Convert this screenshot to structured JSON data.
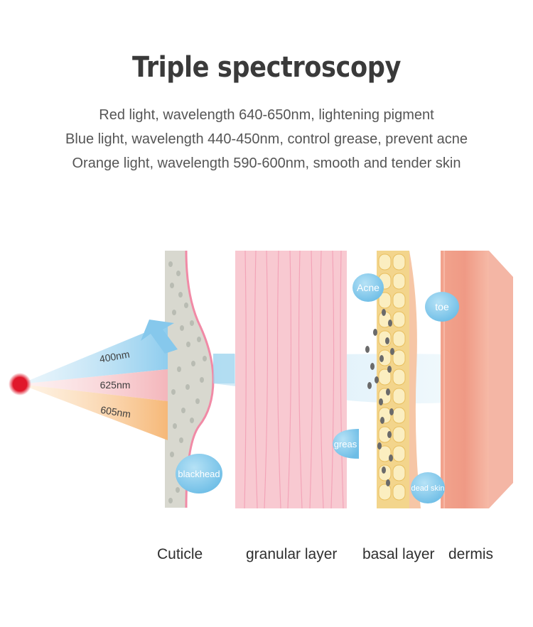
{
  "title": "Triple spectroscopy",
  "descriptions": [
    "Red light, wavelength 640-650nm, lightening pigment",
    "Blue light, wavelength 440-450nm, control grease, prevent acne",
    "Orange light, wavelength 590-600nm, smooth and tender skin"
  ],
  "beams": [
    {
      "label": "400nm",
      "color": "#a9d7ee"
    },
    {
      "label": "625nm",
      "color": "#f5c3c6"
    },
    {
      "label": "605nm",
      "color": "#f7c48c"
    }
  ],
  "bubbles": {
    "acne": "Acne",
    "toe": "toe",
    "grease": "greas",
    "dead_skin": "dead skin",
    "blackhead": "blackhead"
  },
  "layers": [
    "Cuticle",
    "granular layer",
    "basal layer",
    "dermis"
  ],
  "colors": {
    "light_source": "#e0182b",
    "cuticle": "#d6d6cc",
    "granular": "#f7c6cf",
    "basal": "#f2d487",
    "dermis": "#ee9d86",
    "bubble": "#7ec6ea"
  }
}
